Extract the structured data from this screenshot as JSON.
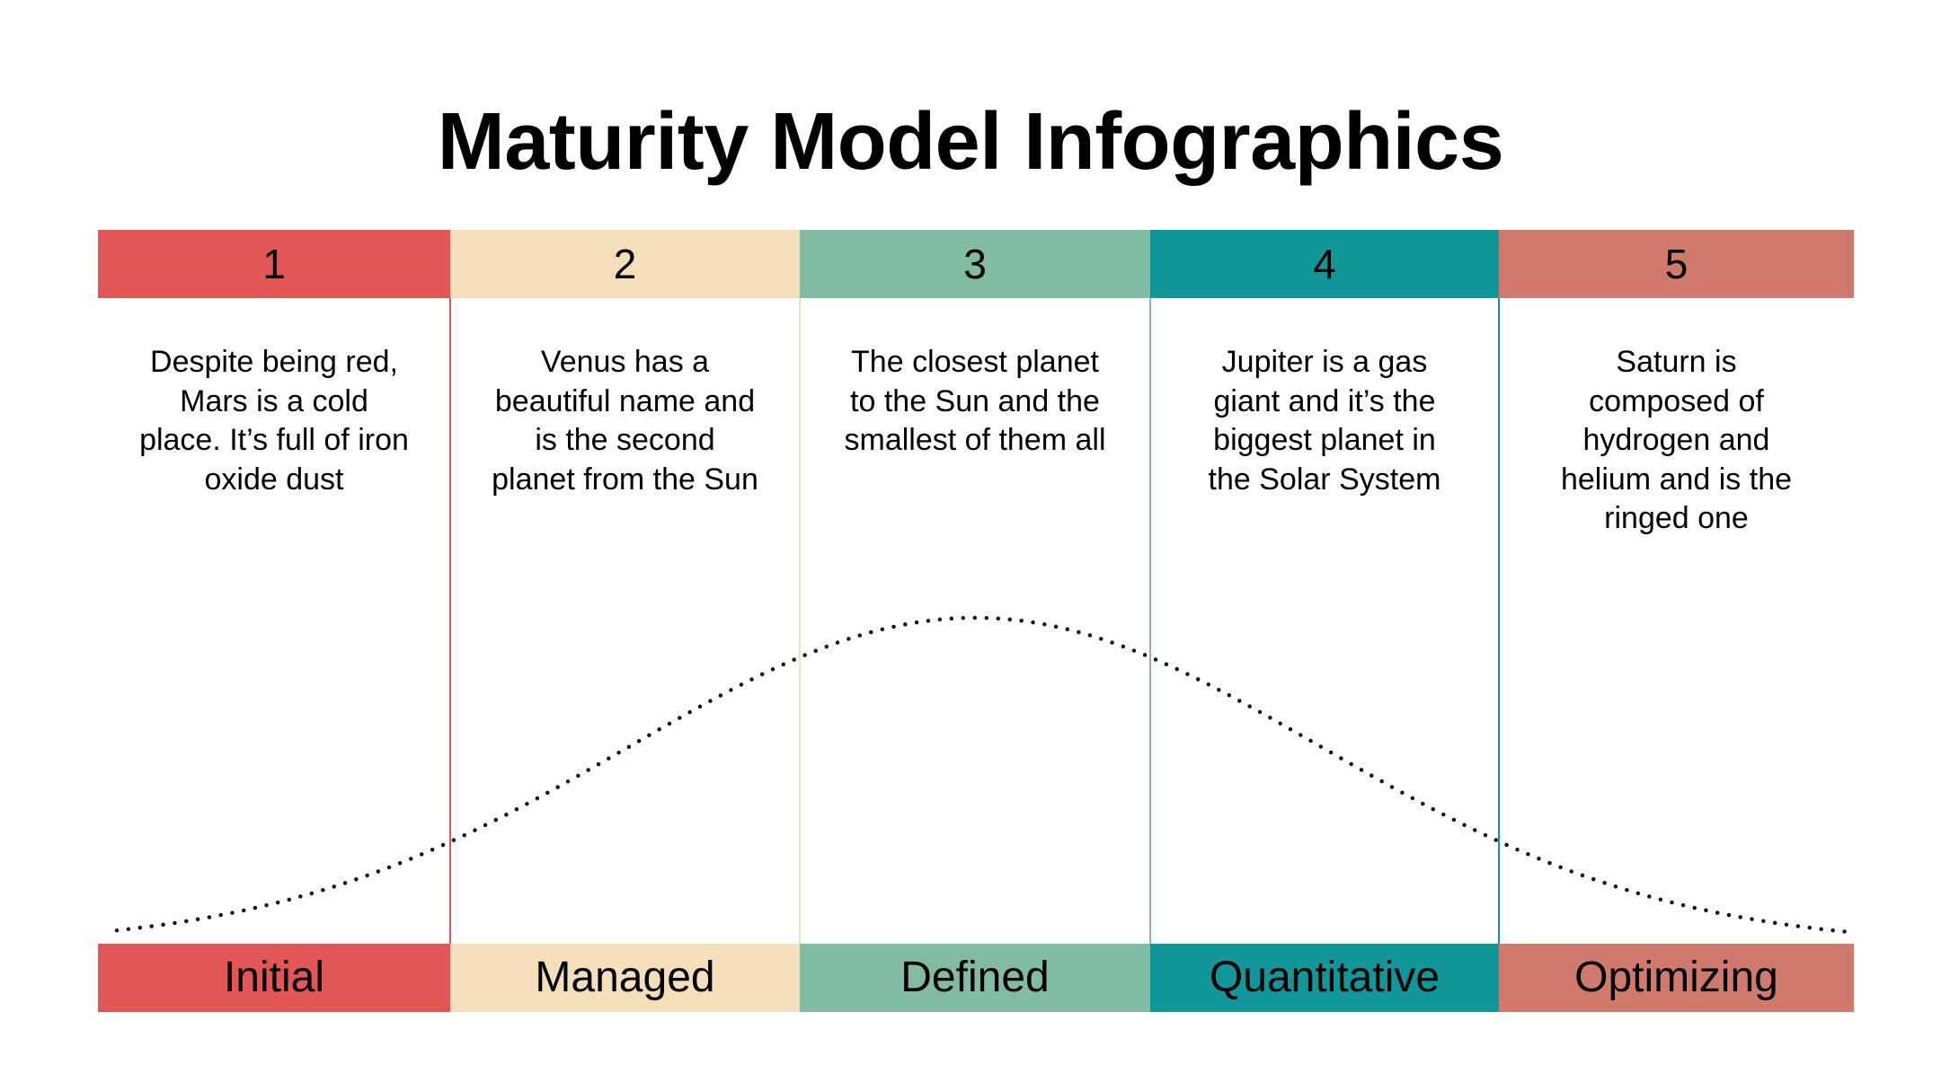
{
  "title": "Maturity Model Infographics",
  "colors": {
    "red": "#E35656",
    "cream": "#F5DFBB",
    "sage": "#82BBA4",
    "teal": "#11969A",
    "salmon": "#CF7A6C"
  },
  "stages": [
    {
      "number": "1",
      "description": "Despite being red, Mars is a cold place. It’s full of iron oxide dust",
      "label": "Initial"
    },
    {
      "number": "2",
      "description": "Venus has a beautiful name and is the second planet from the Sun",
      "label": "Managed"
    },
    {
      "number": "3",
      "description": "The closest planet to the Sun and the smallest of them all",
      "label": "Defined"
    },
    {
      "number": "4",
      "description": "Jupiter is a gas giant and it’s the biggest planet in the Solar System",
      "label": "Quantitative"
    },
    {
      "number": "5",
      "description": "Saturn is composed of hydrogen and helium and is the ringed one",
      "label": "Optimizing"
    }
  ]
}
